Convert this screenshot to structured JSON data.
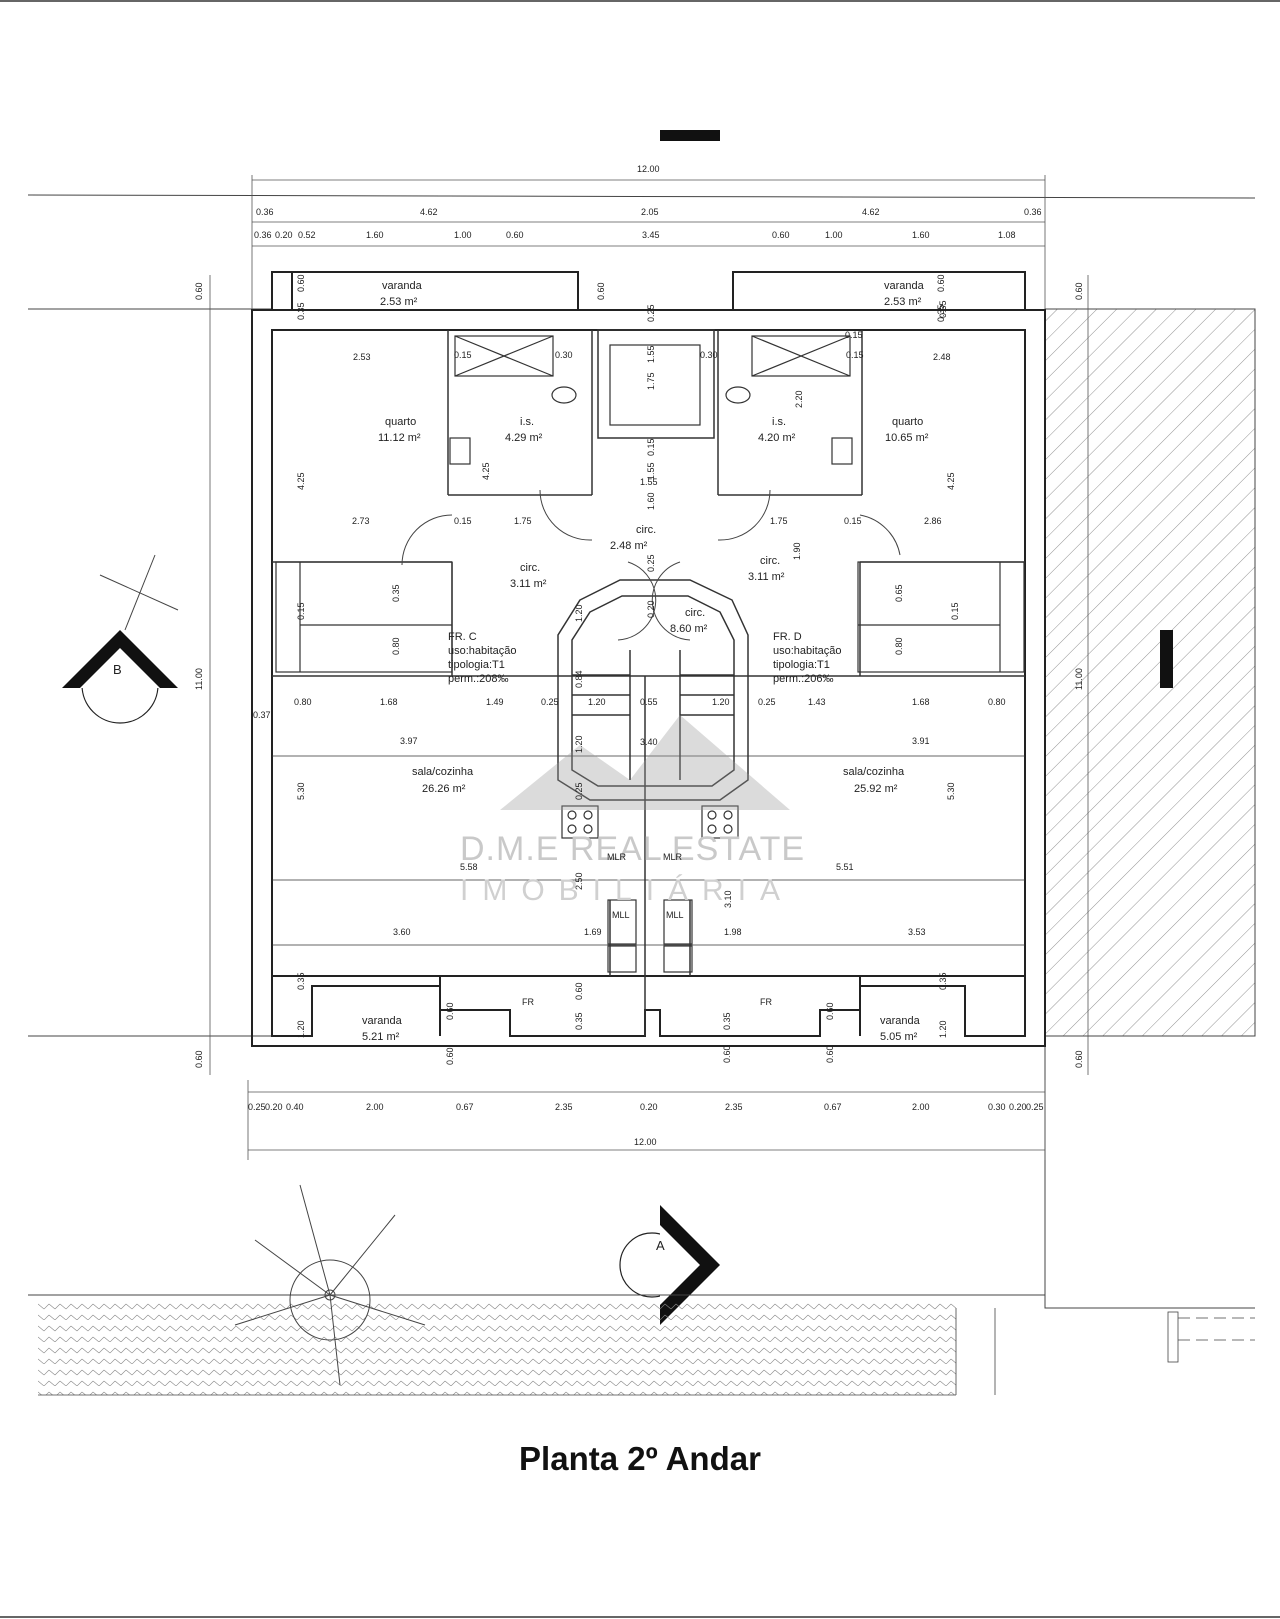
{
  "title": "Planta 2º Andar",
  "watermark": {
    "name": "D.M.E REAL ESTATE",
    "subtitle": "IMOBILIÁRIA"
  },
  "units": [
    {
      "id": "fr-c",
      "label": "FR. C",
      "use": "uso:habitação",
      "type": "tipologia:T1",
      "perm": "perm.:208‰"
    },
    {
      "id": "fr-d",
      "label": "FR. D",
      "use": "uso:habitação",
      "type": "tipologia:T1",
      "perm": "perm.:206‰"
    }
  ],
  "rooms": [
    {
      "id": "varanda-top-left",
      "name": "varanda",
      "area": "2.53 m²"
    },
    {
      "id": "varanda-top-right",
      "name": "varanda",
      "area": "2.53 m²"
    },
    {
      "id": "quarto-left",
      "name": "quarto",
      "area": "11.12 m²"
    },
    {
      "id": "is-left",
      "name": "i.s.",
      "area": "4.29 m²"
    },
    {
      "id": "is-right",
      "name": "i.s.",
      "area": "4.20 m²"
    },
    {
      "id": "quarto-right",
      "name": "quarto",
      "area": "10.65 m²"
    },
    {
      "id": "circ-center",
      "name": "circ.",
      "area": "2.48 m²"
    },
    {
      "id": "circ-left",
      "name": "circ.",
      "area": "3.11 m²"
    },
    {
      "id": "circ-right",
      "name": "circ.",
      "area": "3.11 m²"
    },
    {
      "id": "circ-stair",
      "name": "circ.",
      "area": "8.60 m²"
    },
    {
      "id": "sala-left",
      "name": "sala/cozinha",
      "area": "26.26 m²"
    },
    {
      "id": "sala-right",
      "name": "sala/cozinha",
      "area": "25.92 m²"
    },
    {
      "id": "varanda-bottom-left",
      "name": "varanda",
      "area": "5.21 m²"
    },
    {
      "id": "varanda-bottom-right",
      "name": "varanda",
      "area": "5.05 m²"
    }
  ],
  "labels": {
    "mlr": "MLR",
    "mll": "MLL",
    "fr": "FR"
  },
  "section_markers": [
    "A",
    "B"
  ],
  "dimensions": {
    "top_total": "12.00",
    "top_row1": [
      "0.36",
      "4.62",
      "2.05",
      "4.62",
      "0.36"
    ],
    "top_row2": [
      "0.36",
      "0.20",
      "0.52",
      "1.60",
      "1.00",
      "0.60",
      "3.45",
      "0.60",
      "1.00",
      "1.60",
      "1.08"
    ],
    "bottom_row": [
      "0.25",
      "0.20",
      "0.40",
      "2.00",
      "0.67",
      "2.35",
      "0.20",
      "2.35",
      "0.67",
      "2.00",
      "0.30",
      "0.20",
      "0.25"
    ],
    "bottom_total": "12.00",
    "left_side": [
      "0.60",
      "11.00",
      "0.60"
    ],
    "right_side": [
      "0.60",
      "11.00",
      "0.60"
    ],
    "interior": [
      "0.60",
      "0.35",
      "0.60",
      "0.25",
      "1.55",
      "1.75",
      "0.30",
      "0.30",
      "1.55",
      "0.15",
      "0.15",
      "2.20",
      "0.60",
      "0.35",
      "2.53",
      "2.48",
      "4.25",
      "4.25",
      "4.25",
      "0.15",
      "1.55",
      "1.60",
      "2.73",
      "0.15",
      "1.75",
      "1.75",
      "0.15",
      "2.86",
      "0.25",
      "1.90",
      "0.35",
      "0.80",
      "0.15",
      "1.20",
      "0.20",
      "0.84",
      "0.65",
      "0.80",
      "0.15",
      "0.80",
      "1.68",
      "1.49",
      "0.25",
      "1.20",
      "0.55",
      "1.20",
      "0.25",
      "1.43",
      "1.68",
      "0.80",
      "0.37",
      "3.97",
      "3.91",
      "1.20",
      "3.40",
      "0.25",
      "5.30",
      "5.30",
      "5.58",
      "5.51",
      "2.50",
      "3.10",
      "3.60",
      "1.69",
      "1.98",
      "3.53",
      "0.35",
      "0.60",
      "0.35",
      "0.35",
      "0.60",
      "1.20",
      "1.20",
      "0.60",
      "0.60",
      "0.60",
      "0.60",
      "0.35",
      "0.15",
      "0.35"
    ]
  }
}
